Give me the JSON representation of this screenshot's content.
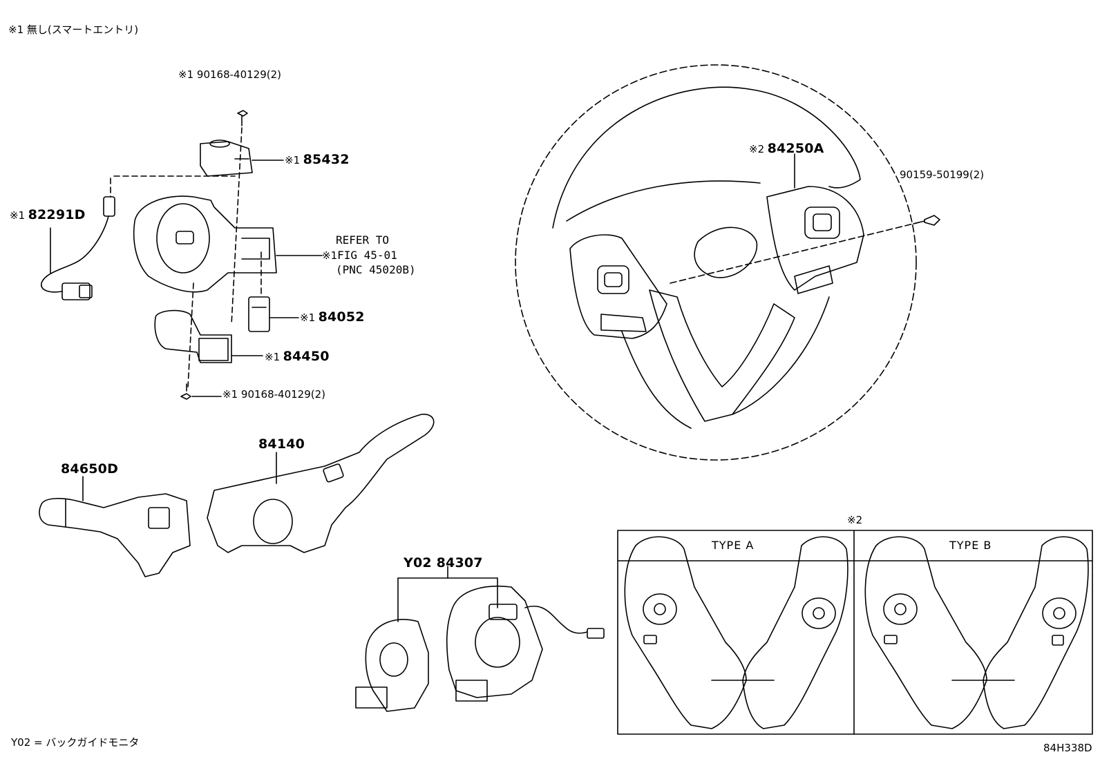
{
  "notes": {
    "note1": "※1  無し(スマートエントリ)",
    "legend_y02": "Y02 = バックガイドモニタ",
    "figure_code": "84H338D"
  },
  "parts": {
    "p90168_top": {
      "mark": "※1",
      "number": "90168-40129(2)"
    },
    "p85432": {
      "mark": "※1",
      "number": "85432"
    },
    "p82291d": {
      "mark": "※1",
      "number": "82291D"
    },
    "refer_to": {
      "mark": "※1",
      "line1": "REFER TO",
      "line2": "FIG 45-01",
      "line3": "(PNC 45020B)"
    },
    "p84052": {
      "mark": "※1",
      "number": "84052"
    },
    "p84450": {
      "mark": "※1",
      "number": "84450"
    },
    "p90168_bottom": {
      "mark": "※1",
      "number": "90168-40129(2)"
    },
    "p84250a": {
      "mark": "※2",
      "number": "84250A"
    },
    "p90159": {
      "number": "90159-50199(2)"
    },
    "p84140": {
      "number": "84140"
    },
    "p84650d": {
      "number": "84650D"
    },
    "p84307": {
      "number": "Y02 84307"
    }
  },
  "variants": {
    "mark": "※2",
    "type_a": "TYPE A",
    "type_b": "TYPE B"
  }
}
